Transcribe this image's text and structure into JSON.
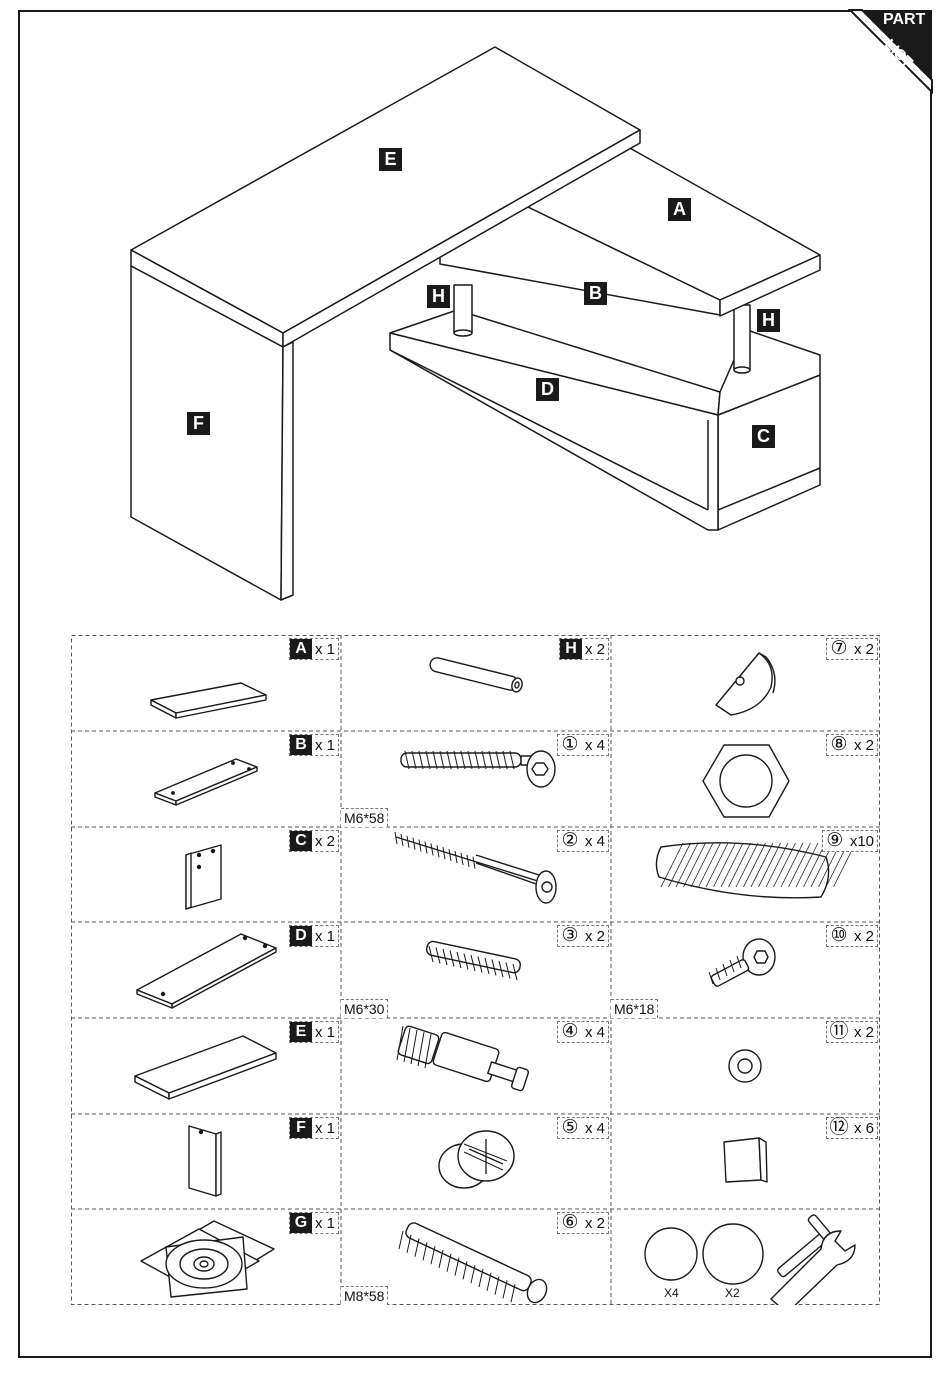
{
  "corner_tag": {
    "line1": "PART",
    "line2": "LIST"
  },
  "assembly_labels": {
    "A": "A",
    "B": "B",
    "C": "C",
    "D": "D",
    "E": "E",
    "F": "F",
    "H_left": "H",
    "H_right": "H"
  },
  "parts": [
    {
      "key": "A",
      "qty": "x 1",
      "size": ""
    },
    {
      "key": "H",
      "qty": "x 2",
      "size": ""
    },
    {
      "key": "⑦",
      "qty": "x 2",
      "size": ""
    },
    {
      "key": "B",
      "qty": "x 1",
      "size": ""
    },
    {
      "key": "①",
      "qty": "x 4",
      "size": "M6*58"
    },
    {
      "key": "⑧",
      "qty": "x 2",
      "size": ""
    },
    {
      "key": "C",
      "qty": "x 2",
      "size": ""
    },
    {
      "key": "②",
      "qty": "x 4",
      "size": ""
    },
    {
      "key": "⑨",
      "qty": "x10",
      "size": ""
    },
    {
      "key": "D",
      "qty": "x 1",
      "size": ""
    },
    {
      "key": "③",
      "qty": "x 2",
      "size": "M6*30"
    },
    {
      "key": "⑩",
      "qty": "x 2",
      "size": "M6*18"
    },
    {
      "key": "E",
      "qty": "x 1",
      "size": ""
    },
    {
      "key": "④",
      "qty": "x 4",
      "size": ""
    },
    {
      "key": "⑪",
      "qty": "x 2",
      "size": ""
    },
    {
      "key": "F",
      "qty": "x 1",
      "size": ""
    },
    {
      "key": "⑤",
      "qty": "x 4",
      "size": ""
    },
    {
      "key": "⑫",
      "qty": "x 6",
      "size": ""
    },
    {
      "key": "G",
      "qty": "x 1",
      "size": ""
    },
    {
      "key": "⑥",
      "qty": "x 2",
      "size": "M8*58"
    },
    {
      "key": "",
      "qty": "",
      "size": ""
    }
  ],
  "tools": {
    "ball_qty": "X4",
    "ball_large_qty": "X2"
  }
}
